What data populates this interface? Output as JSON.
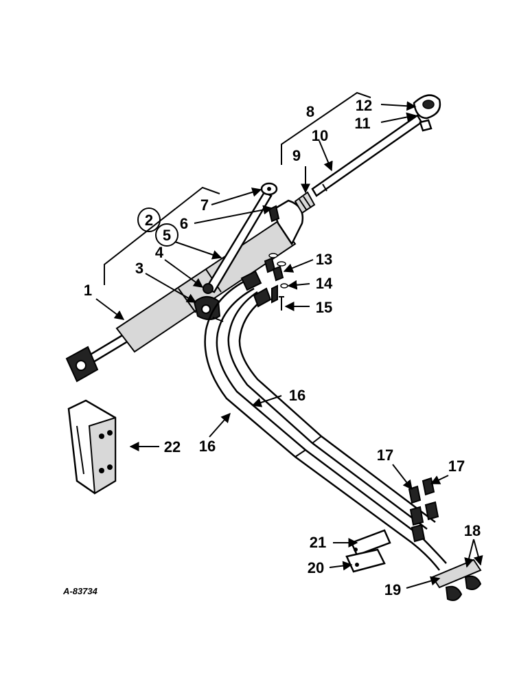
{
  "figure_code": "A-83734",
  "callouts": [
    "1",
    "2",
    "3",
    "4",
    "5",
    "6",
    "7",
    "8",
    "9",
    "10",
    "11",
    "12",
    "13",
    "14",
    "15",
    "16",
    "16",
    "17",
    "17",
    "18",
    "19",
    "20",
    "21",
    "22"
  ]
}
